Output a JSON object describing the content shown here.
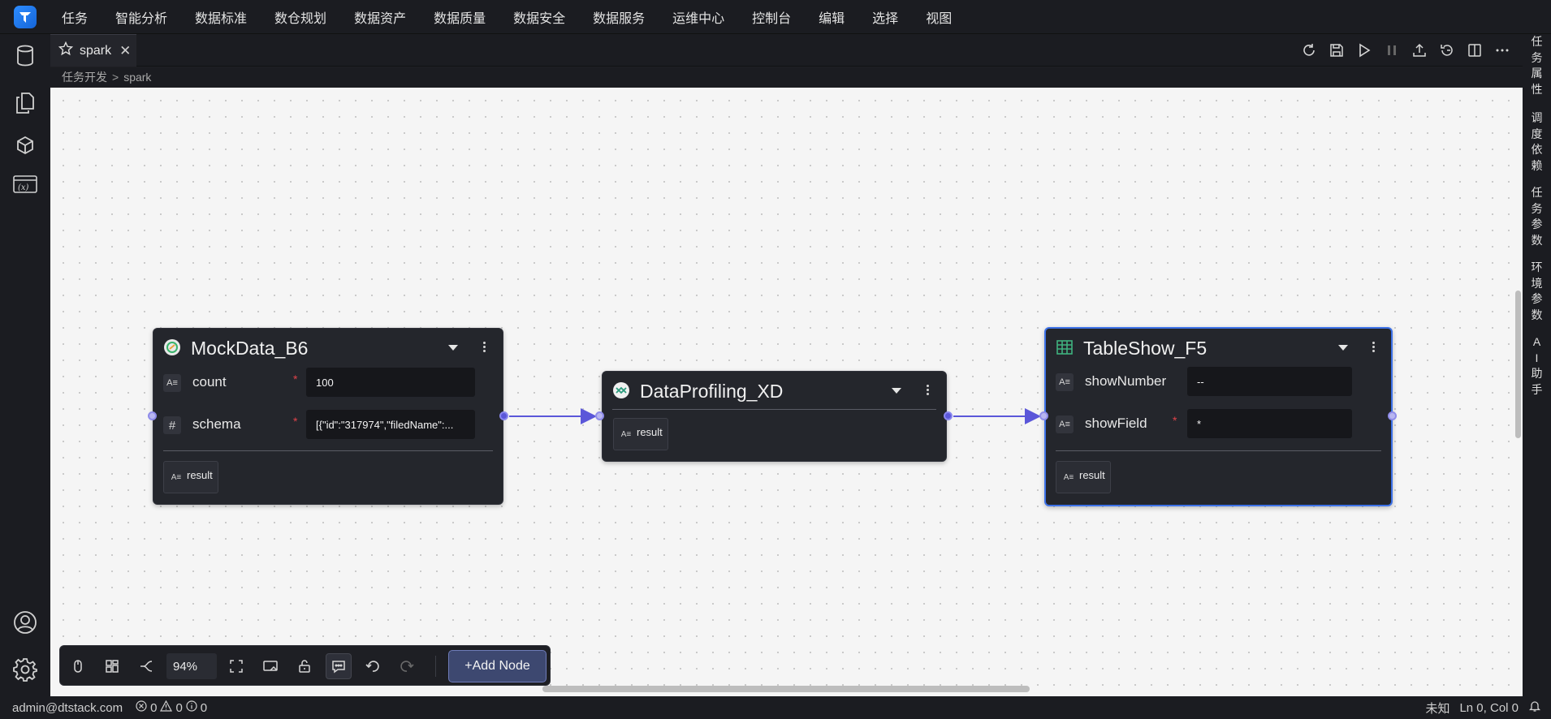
{
  "menu": [
    "任务",
    "智能分析",
    "数据标准",
    "数仓规划",
    "数据资产",
    "数据质量",
    "数据安全",
    "数据服务",
    "运维中心",
    "控制台",
    "编辑",
    "选择",
    "视图"
  ],
  "activity_icons": [
    "database-icon",
    "files-icon",
    "cube-icon",
    "function-icon",
    "account-icon",
    "settings-icon"
  ],
  "tab": {
    "label": "spark",
    "close": "✕"
  },
  "toolbar_icons": [
    "refresh-icon",
    "save-icon",
    "run-icon",
    "pause-icon",
    "upload-icon",
    "history-icon",
    "split-icon",
    "more-icon"
  ],
  "breadcrumb": {
    "root": "任务开发",
    "sep": ">",
    "current": "spark"
  },
  "right_panel": [
    {
      "label": "任务属性",
      "chars": [
        "任",
        "务",
        "属",
        "性"
      ]
    },
    {
      "label": "调度依赖",
      "chars": [
        "调",
        "度",
        "依",
        "赖"
      ]
    },
    {
      "label": "任务参数",
      "chars": [
        "任",
        "务",
        "参",
        "数"
      ]
    },
    {
      "label": "环境参数",
      "chars": [
        "环",
        "境",
        "参",
        "数"
      ]
    },
    {
      "label": "AI助手",
      "chars": [
        "A",
        "I",
        "助",
        "手"
      ]
    }
  ],
  "nodes": {
    "mock": {
      "title": "MockData_B6",
      "fields": [
        {
          "label": "count",
          "value": "100",
          "required": "*",
          "type": "text"
        },
        {
          "label": "schema",
          "value": "[{\"id\":\"317974\",\"filedName\":...",
          "required": "*",
          "type": "number"
        }
      ],
      "output": "result"
    },
    "profiling": {
      "title": "DataProfiling_XD",
      "output": "result"
    },
    "table": {
      "title": "TableShow_F5",
      "fields": [
        {
          "label": "showNumber",
          "value": "--",
          "required": "",
          "type": "text"
        },
        {
          "label": "showField",
          "value": "*",
          "required": "*",
          "type": "text"
        }
      ],
      "output": "result"
    }
  },
  "canvas_toolbar": {
    "zoom": "94%",
    "add_node": "+Add Node"
  },
  "status": {
    "user": "admin@dtstack.com",
    "errors": "0",
    "warnings": "0",
    "infos": "0",
    "language": "未知",
    "position": "Ln 0, Col 0"
  },
  "colors": {
    "accent": "#3d72e8",
    "edge": "#5b57d9",
    "required": "#e0434a",
    "canvas": "#f5f5f5"
  }
}
